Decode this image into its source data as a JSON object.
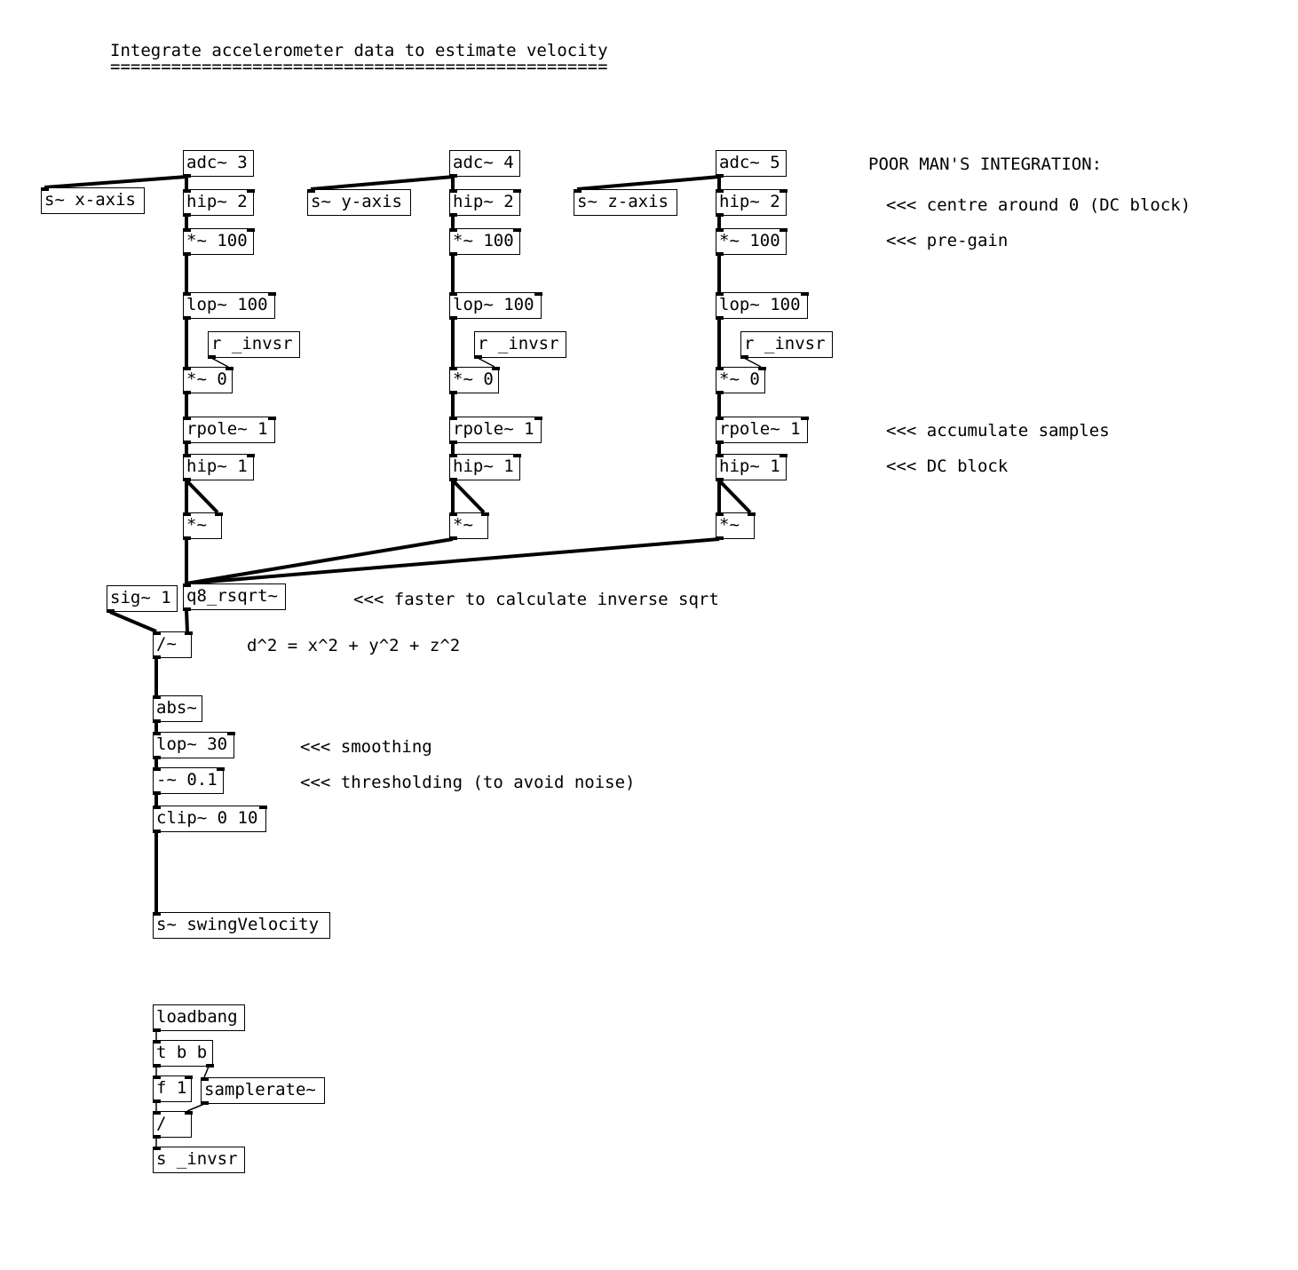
{
  "title": "Integrate accelerometer data to estimate velocity",
  "title_rule": "=================================================",
  "objects": {
    "adc_x": "adc~ 3",
    "send_x": "s~ x-axis",
    "hip_x": "hip~ 2",
    "gain_x": "*~ 100",
    "lop_x": "lop~ 100",
    "rinv_x": "r _invsr",
    "mul0_x": "*~ 0",
    "rpole_x": "rpole~ 1",
    "hip1_x": "hip~ 1",
    "sq_x": "*~",
    "adc_y": "adc~ 4",
    "send_y": "s~ y-axis",
    "hip_y": "hip~ 2",
    "gain_y": "*~ 100",
    "lop_y": "lop~ 100",
    "rinv_y": "r _invsr",
    "mul0_y": "*~ 0",
    "rpole_y": "rpole~ 1",
    "hip1_y": "hip~ 1",
    "sq_y": "*~",
    "adc_z": "adc~ 5",
    "send_z": "s~ z-axis",
    "hip_z": "hip~ 2",
    "gain_z": "*~ 100",
    "lop_z": "lop~ 100",
    "rinv_z": "r _invsr",
    "mul0_z": "*~ 0",
    "rpole_z": "rpole~ 1",
    "hip1_z": "hip~ 1",
    "sq_z": "*~",
    "sig": "sig~ 1",
    "rsqrt": "q8_rsqrt~",
    "div": "/~",
    "abs": "abs~",
    "lop30": "lop~ 30",
    "sub": "-~ 0.1",
    "clip": "clip~ 0 10",
    "send_vel": "s~ swingVelocity",
    "loadbang": "loadbang",
    "trigger": "t b b",
    "float": "f 1",
    "samplerate": "samplerate~",
    "ctrl_div": "/",
    "send_inv": "s _invsr"
  },
  "comments": {
    "heading": "POOR MAN'S INTEGRATION:",
    "dc_block_centre": "<<< centre around 0 (DC block)",
    "pre_gain": "<<< pre-gain",
    "accumulate": "<<< accumulate samples",
    "dc_block": "<<< DC block",
    "rsqrt_note": "<<< faster to calculate inverse sqrt",
    "distance_formula": "d^2 = x^2 + y^2 + z^2",
    "smoothing": "<<< smoothing",
    "thresholding": "<<< thresholding (to avoid noise)"
  }
}
